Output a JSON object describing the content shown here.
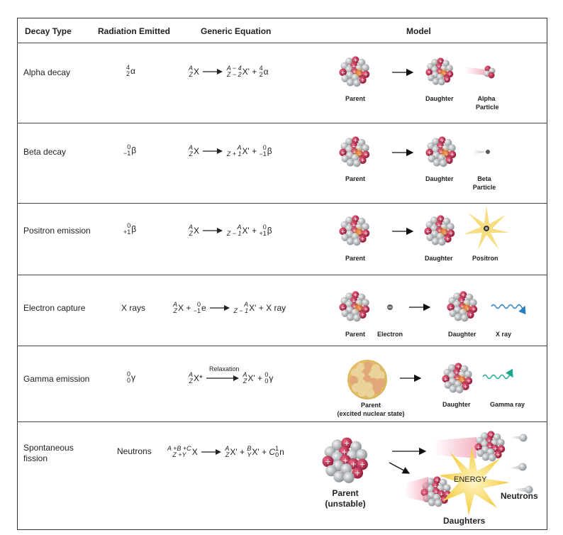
{
  "headers": {
    "decay_type": "Decay Type",
    "radiation": "Radiation Emitted",
    "equation": "Generic Equation",
    "model": "Model"
  },
  "rows": [
    {
      "name": "Alpha decay",
      "rad_sup": "4",
      "rad_sub": "2",
      "rad_sym": "α",
      "labels": [
        "Parent",
        "Daughter",
        "Alpha",
        "Particle"
      ]
    },
    {
      "name": "Beta decay",
      "rad_sup": "0",
      "rad_sub": "−1",
      "rad_sym": "β",
      "labels": [
        "Parent",
        "Daughter",
        "Beta",
        "Particle"
      ]
    },
    {
      "name": "Positron emission",
      "rad_sup": "0",
      "rad_sub": "+1",
      "rad_sym": "β",
      "labels": [
        "Parent",
        "Daughter",
        "Positron"
      ]
    },
    {
      "name": "Electron capture",
      "rad_text": "X rays",
      "labels": [
        "Parent",
        "Electron",
        "Daughter",
        "X ray"
      ]
    },
    {
      "name": "Gamma emission",
      "rad_sup": "0",
      "rad_sub": "0",
      "rad_sym": "γ",
      "relaxation": "Relaxation",
      "labels": [
        "Parent",
        "(excited nuclear state)",
        "Daughter",
        "Gamma ray"
      ]
    },
    {
      "name": "Spontaneous",
      "name2": "fission",
      "rad_text": "Neutrons",
      "labels": [
        "Parent",
        "(unstable)",
        "ENERGY",
        "Neutrons",
        "Daughters"
      ]
    }
  ],
  "eq": {
    "A": "A",
    "Z": "Z",
    "X": "X",
    "Xp": "X'",
    "plus": "+",
    "Am4": "A − 4",
    "Zm2": "Z − 2",
    "Zp1": "Z + 1",
    "Zm1": "Z − 1",
    "n4": "4",
    "n2": "2",
    "n0": "0",
    "nm1": "−1",
    "np1": "+1",
    "n1": "1",
    "alpha": "α",
    "beta": "β",
    "gamma": "γ",
    "e": "e",
    "xray": "X ray",
    "xstar": "X*",
    "ABC": "A +B +C",
    "ZY": "Z +Y",
    "B": "B",
    "Y": "Y",
    "C": "C",
    "n": "n"
  },
  "colors": {
    "proton": "#c8274e",
    "neutron": "#b9bdc1",
    "border": "#333333",
    "arrow_xray": "#2a7ec4",
    "arrow_gamma": "#1aa58f",
    "energy": "#f6d24a"
  }
}
